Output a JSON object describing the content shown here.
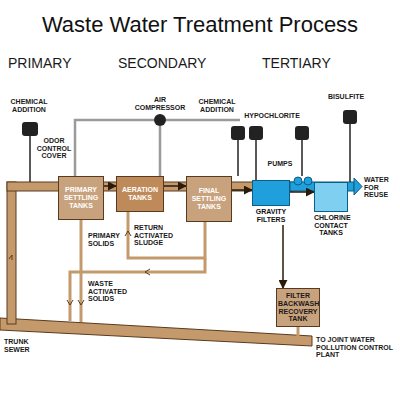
{
  "diagram": {
    "title": "Waste Water Treatment Process",
    "nodes": [
      {
        "text": [
          "PRIMARY SETTLING TANKS"
        ]
      },
      {
        "text": [
          "AERATION TANKS"
        ]
      },
      {
        "text": [
          "FINAL SETTLING TANKS"
        ]
      },
      {
        "text": [
          "GRAVITY FILTERS"
        ]
      },
      {
        "text": [
          "CHLORINE CONTACT TANKS"
        ]
      },
      {
        "text": [
          "FILTER BACKWASH RECOVERY TANK"
        ]
      }
    ],
    "edges": [
      {
        "from": 0,
        "to": 1,
        "arrow": "to"
      },
      {
        "from": 1,
        "to": 2,
        "arrow": "to"
      },
      {
        "from": 2,
        "to": 3,
        "arrow": "to"
      },
      {
        "from": 3,
        "to": 4,
        "arrow": "to"
      },
      {
        "from": 3,
        "to": 5,
        "arrow": "to"
      }
    ],
    "labels": [
      "PRIMARY",
      "SECONDARY",
      "TERTIARY",
      "CHEMICAL ADDITION",
      "AIR COMPRESSOR",
      "CHEMICAL ADDITION",
      "HYPOCHLORITE",
      "BISULFITE",
      "ODOR CONTROL COVER",
      "PUMPS",
      "WATER FOR REUSE",
      "PRIMARY SOLIDS",
      "RETURN ACTIVATED SLUDGE",
      "WASTE ACTIVATED SOLIDS",
      "TRUNK SEWER",
      "TO JOINT WATER POLLUTION CONTROL PLANT"
    ]
  }
}
